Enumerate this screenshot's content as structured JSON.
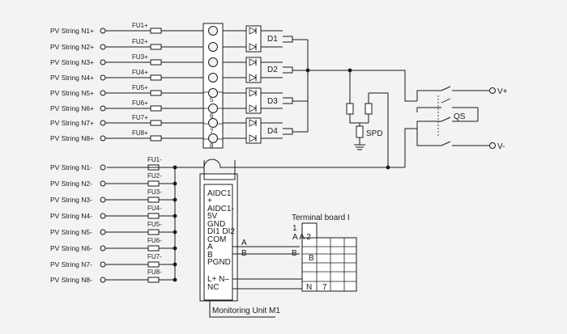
{
  "pv_strings_pos": [
    "PV String N1+",
    "PV String N2+",
    "PV String N3+",
    "PV String N4+",
    "PV String N5+",
    "PV String N6+",
    "PV String N7+",
    "PV String N8+"
  ],
  "fuses_pos": [
    "FU1+",
    "FU2+",
    "FU3+",
    "FU4+",
    "FU5+",
    "FU6+",
    "FU7+",
    "FU8+"
  ],
  "pv_strings_neg": [
    "PV String N1-",
    "PV String N2-",
    "PV String N3-",
    "PV String N4-",
    "PV String N5-",
    "PV String N6-",
    "PV String N7-",
    "PV String N8-"
  ],
  "fuses_neg": [
    "FU1-",
    "FU2-",
    "FU3-",
    "FU4-",
    "FU5-",
    "FU6-",
    "FU7-",
    "FU8-"
  ],
  "terminal_numbers": [
    "5",
    "6",
    "7",
    "8"
  ],
  "diodes": [
    "D1",
    "D2",
    "D3",
    "D4"
  ],
  "spd_label": "SPD",
  "switch_label": "QS",
  "output_pos": "V+",
  "output_neg": "V-",
  "monitoring_unit": {
    "title": "Monitoring Unit M1",
    "pins": [
      "AIDC1",
      "+",
      "AIDC1-",
      "5V",
      "GND",
      "DI1 DI2",
      "COM",
      "A",
      "B",
      "PGND",
      "L+ N–",
      "NC"
    ]
  },
  "terminal_board": {
    "title": "Terminal board I",
    "row1": "1",
    "row2": "A A 2",
    "row_b": "B",
    "row_n": "N",
    "row_7": "7"
  },
  "wire_labels": {
    "a_top": "A",
    "b_top": "B",
    "b_right": "B"
  }
}
